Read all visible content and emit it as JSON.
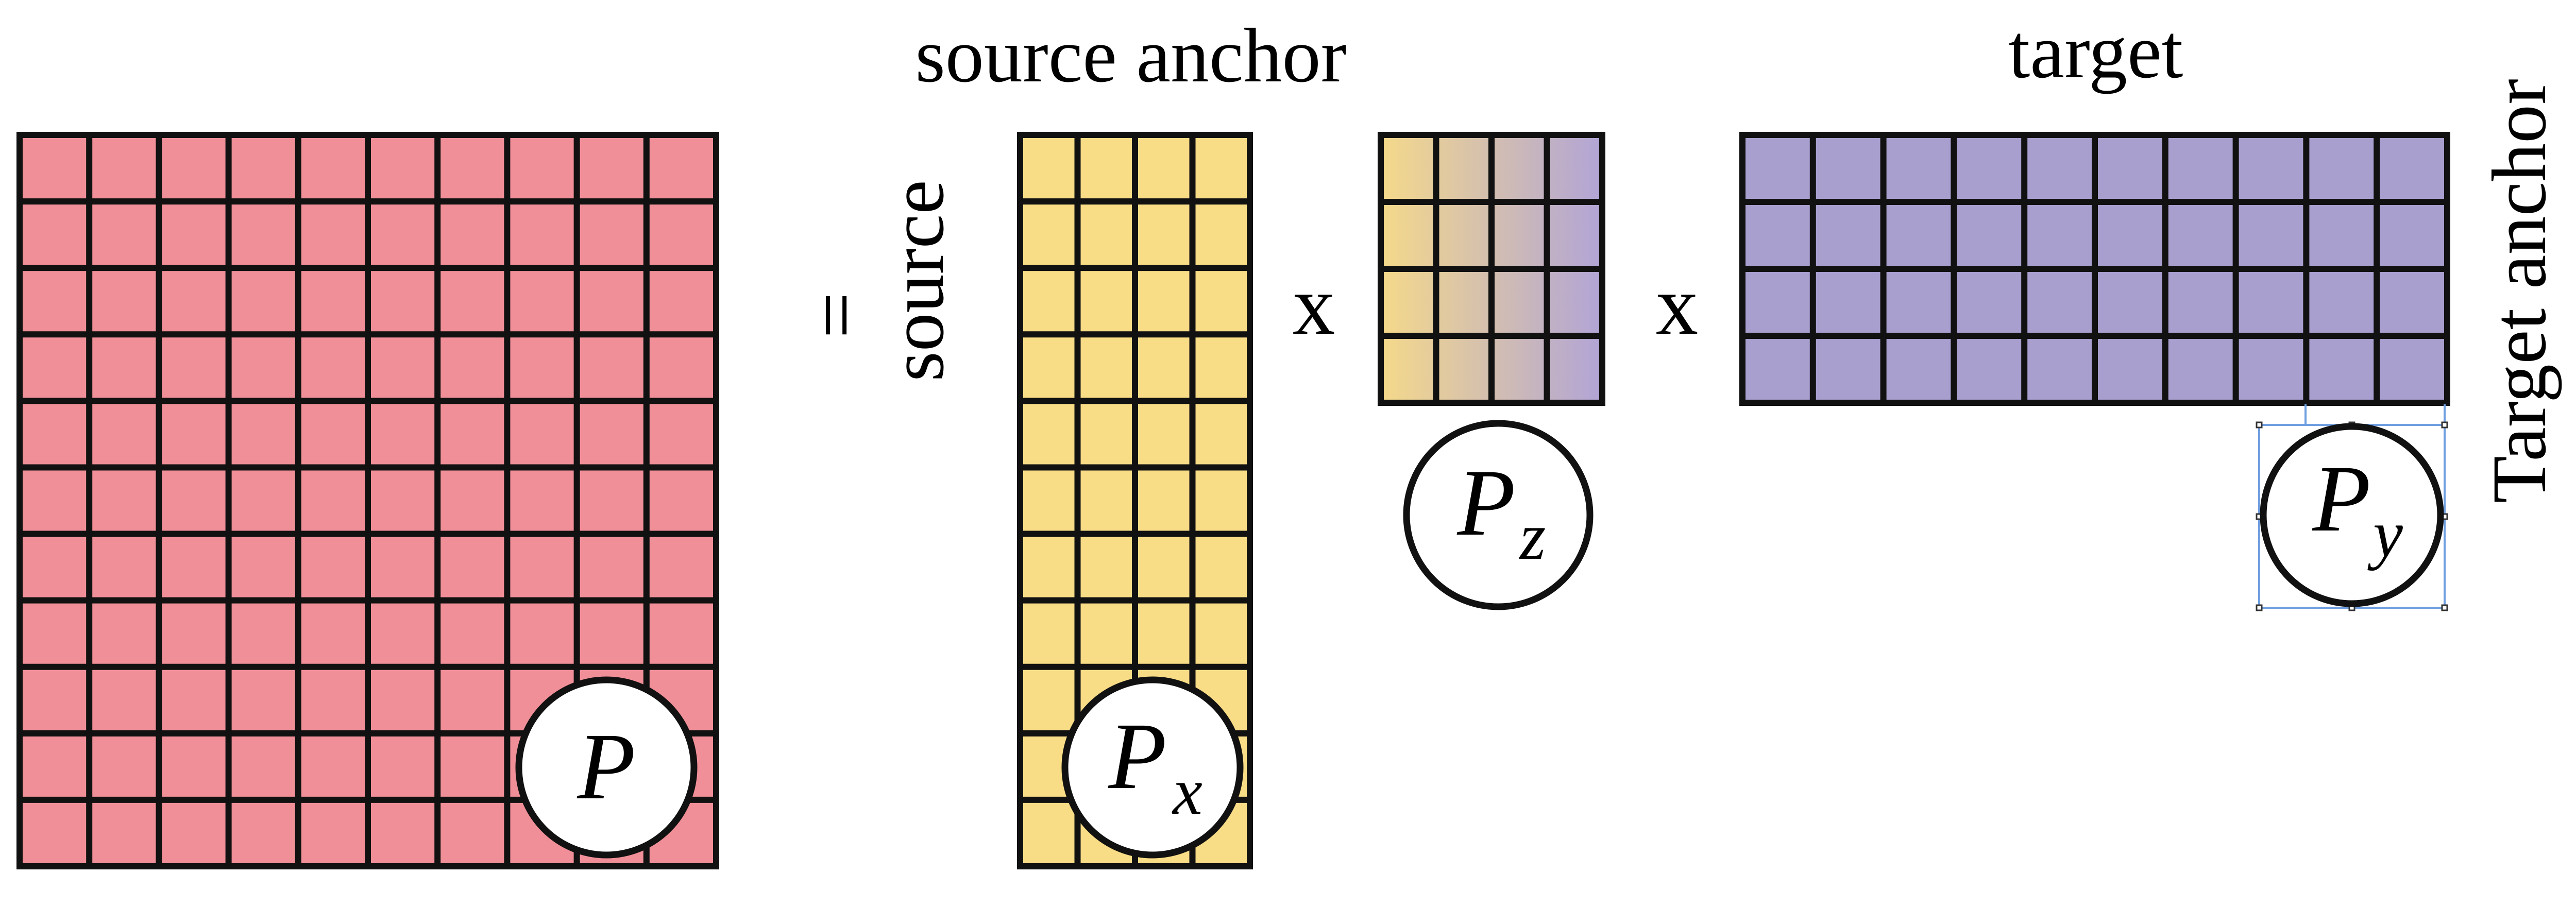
{
  "labels": {
    "source_anchor": "source anchor",
    "target": "target",
    "source": "source",
    "target_anchor": "Target anchor",
    "equals": "=",
    "times_1": "x",
    "times_2": "x"
  },
  "matrices": {
    "P": {
      "symbol": "P",
      "subscript": "",
      "rows": 11,
      "cols": 10,
      "fill": "#f08f98"
    },
    "Px": {
      "symbol": "P",
      "subscript": "x",
      "rows": 11,
      "cols": 4,
      "fill": "#f8dc86"
    },
    "Pz": {
      "symbol": "P",
      "subscript": "z",
      "rows": 4,
      "cols": 4,
      "fill_from": "#f5d98a",
      "fill_to": "#b1a4d6"
    },
    "Py": {
      "symbol": "P",
      "subscript": "y",
      "rows": 4,
      "cols": 10,
      "fill": "#a99fcf"
    }
  },
  "colors": {
    "grid_line": "#111111",
    "selection_outline": "#6f9fe0"
  }
}
